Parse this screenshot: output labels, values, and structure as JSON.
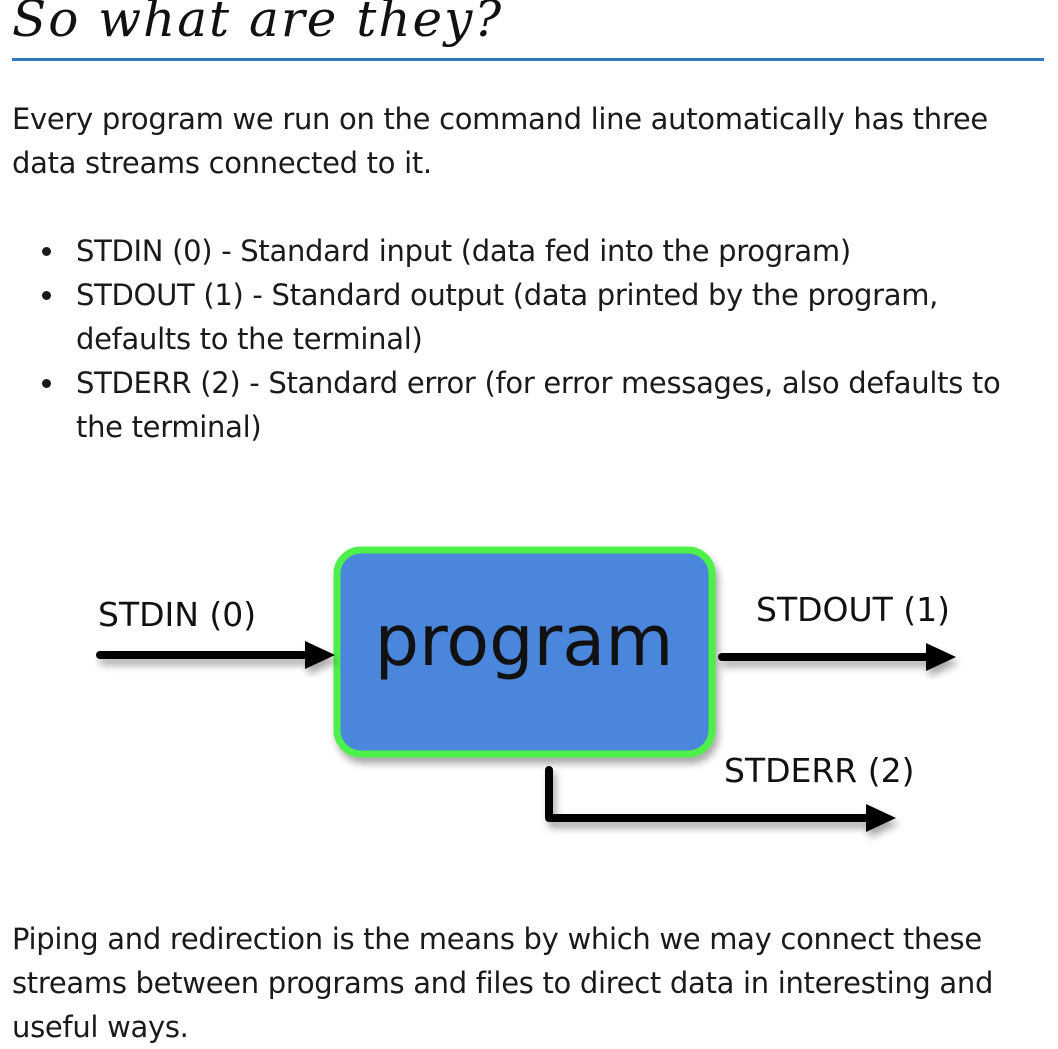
{
  "heading": "So what are they?",
  "intro": "Every program we run on the command line automatically has three data streams connected to it.",
  "streams": [
    "STDIN (0) - Standard input (data fed into the program)",
    "STDOUT (1) - Standard output (data printed by the program, defaults to the terminal)",
    "STDERR (2) - Standard error (for error messages, also defaults to the terminal)"
  ],
  "diagram": {
    "program_label": "program",
    "stdin_label": "STDIN (0)",
    "stdout_label": "STDOUT (1)",
    "stderr_label": "STDERR (2)",
    "colors": {
      "box_fill": "#4a86dc",
      "box_border": "#4ef04a",
      "arrow": "#000000"
    }
  },
  "outro": "Piping and redirection is the means by which we may connect these streams between programs and files to direct data in interesting and useful ways."
}
